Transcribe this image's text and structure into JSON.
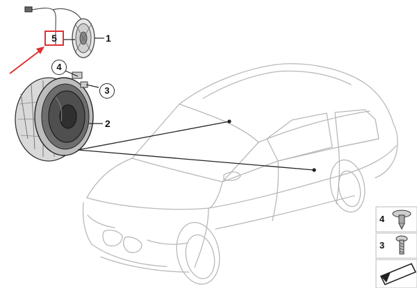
{
  "callouts": {
    "part5": "5",
    "part1": "1",
    "part2": "2",
    "part3": "3",
    "part4": "4"
  },
  "legend": {
    "item_top": "4",
    "item_bottom": "3"
  },
  "colors": {
    "highlight": "#e03030",
    "line_art": "#b8b8b8",
    "speaker_dark": "#555555"
  }
}
